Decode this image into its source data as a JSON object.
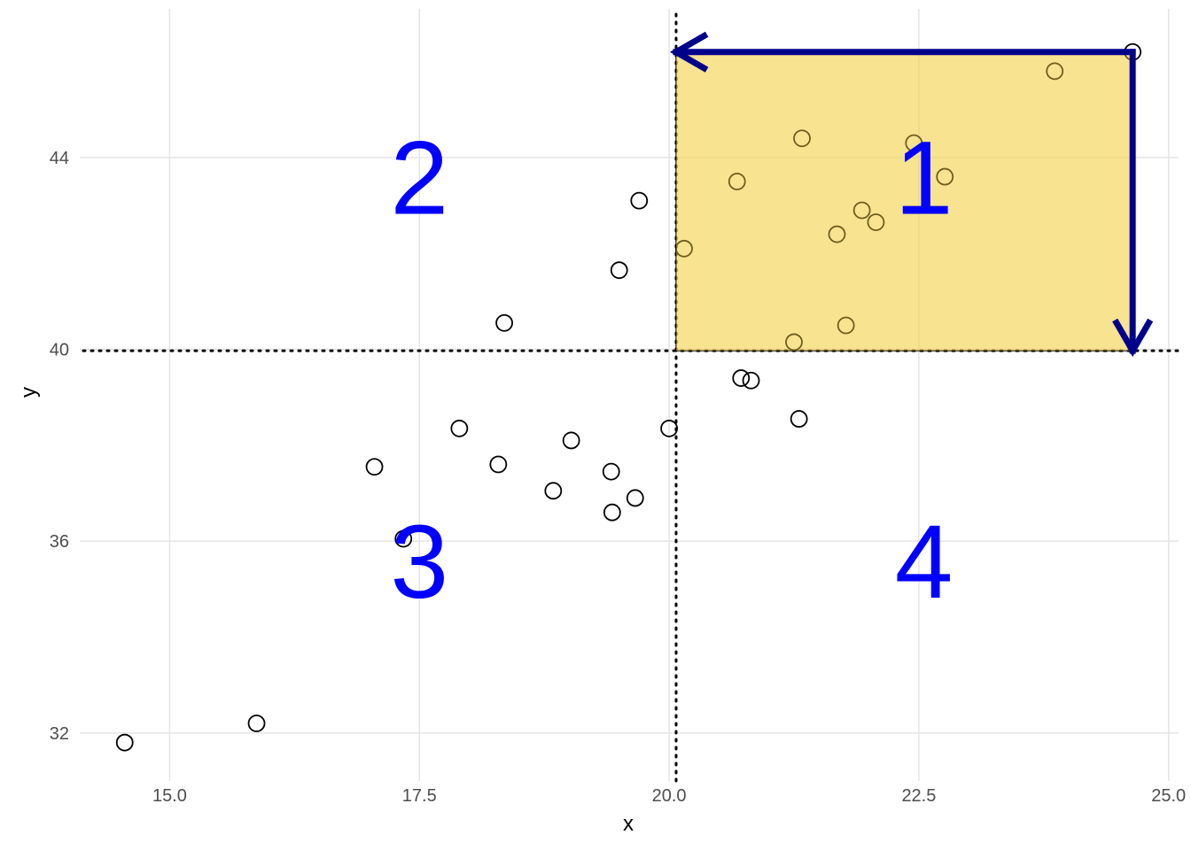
{
  "chart_data": {
    "type": "scatter",
    "xlabel": "x",
    "ylabel": "y",
    "xlim": [
      14.1,
      25.1
    ],
    "ylim": [
      31.0,
      47.1
    ],
    "x_ticks": [
      15.0,
      17.5,
      20.0,
      22.5,
      25.0
    ],
    "x_tick_labels": [
      "15.0",
      "17.5",
      "20.0",
      "22.5",
      "25.0"
    ],
    "y_ticks": [
      32,
      36,
      40,
      44
    ],
    "y_tick_labels": [
      "32",
      "36",
      "40",
      "44"
    ],
    "grid": true,
    "reference_lines": {
      "x": 20.07,
      "y": 39.97,
      "style": "dotted"
    },
    "highlight_rect": {
      "x0": 20.07,
      "x1": 24.64,
      "y0": 39.97,
      "y1": 46.2,
      "color": "#f5d142"
    },
    "arrows": [
      {
        "from": [
          24.64,
          46.2
        ],
        "to": [
          20.07,
          46.2
        ],
        "color": "#00008b"
      },
      {
        "from": [
          24.64,
          46.2
        ],
        "to": [
          24.64,
          39.97
        ],
        "color": "#00008b"
      }
    ],
    "quadrant_labels": [
      {
        "text": "1",
        "x": 22.55,
        "y": 43.6
      },
      {
        "text": "2",
        "x": 17.5,
        "y": 43.6
      },
      {
        "text": "3",
        "x": 17.5,
        "y": 35.6
      },
      {
        "text": "4",
        "x": 22.55,
        "y": 35.6
      }
    ],
    "quadrant_label_color": "#0000ff",
    "points": {
      "x": [
        24.64,
        23.86,
        21.33,
        22.45,
        22.76,
        20.68,
        21.93,
        22.07,
        21.68,
        20.15,
        21.77,
        21.25,
        19.7,
        19.5,
        18.35,
        20.72,
        20.82,
        21.3,
        20.0,
        17.9,
        19.02,
        18.29,
        17.05,
        19.42,
        18.84,
        19.66,
        19.43,
        17.34,
        15.87,
        14.55
      ],
      "y": [
        46.2,
        45.8,
        44.4,
        44.3,
        43.6,
        43.5,
        42.9,
        42.65,
        42.4,
        42.1,
        40.5,
        40.15,
        43.1,
        41.65,
        40.55,
        39.4,
        39.35,
        38.55,
        38.35,
        38.35,
        38.1,
        37.6,
        37.55,
        37.45,
        37.05,
        36.9,
        36.6,
        36.05,
        32.2,
        31.8
      ]
    }
  }
}
